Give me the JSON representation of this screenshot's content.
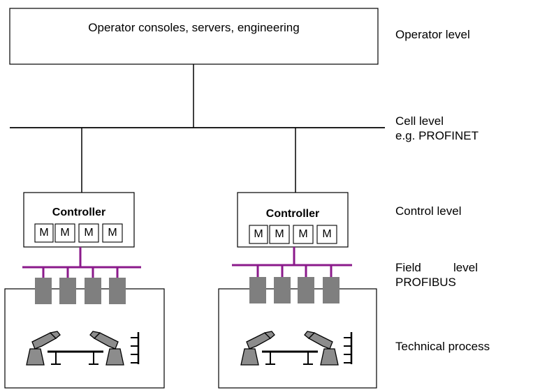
{
  "top_box": {
    "text": "Operator consoles, servers, engineering"
  },
  "levels": {
    "operator": "Operator level",
    "cell_1": "Cell level",
    "cell_2": "e.g. PROFINET",
    "control": "Control level",
    "field_word_1": "Field",
    "field_word_2": "level",
    "field_2": "PROFIBUS",
    "process": "Technical process"
  },
  "controllers": [
    {
      "title": "Controller",
      "modules": [
        "M",
        "M",
        "M",
        "M"
      ]
    },
    {
      "title": "Controller",
      "modules": [
        "M",
        "M",
        "M",
        "M"
      ]
    }
  ],
  "colors": {
    "bus": "#8b1a8b",
    "device": "#7f7f7f",
    "line": "#000000"
  }
}
